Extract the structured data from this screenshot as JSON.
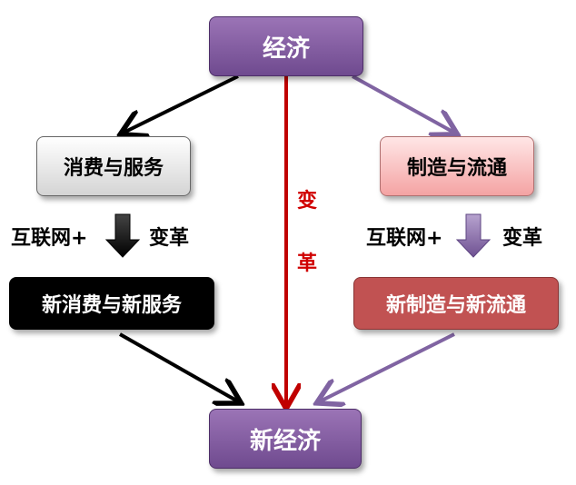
{
  "nodes": {
    "top": "经济",
    "bottom": "新经济",
    "consume": "消费与服务",
    "manufacture": "制造与流通",
    "new_consume": "新消费与新服务",
    "new_manufacture": "新制造与新流通"
  },
  "labels": {
    "internet_left": "互联网+",
    "change_left": "变革",
    "internet_right": "互联网+",
    "change_right": "变革"
  },
  "center_label": [
    "变",
    "革"
  ],
  "colors": {
    "purple": "#7a559a",
    "red": "#c00000",
    "black": "#000000",
    "arrow_purple": "#8064a2"
  }
}
